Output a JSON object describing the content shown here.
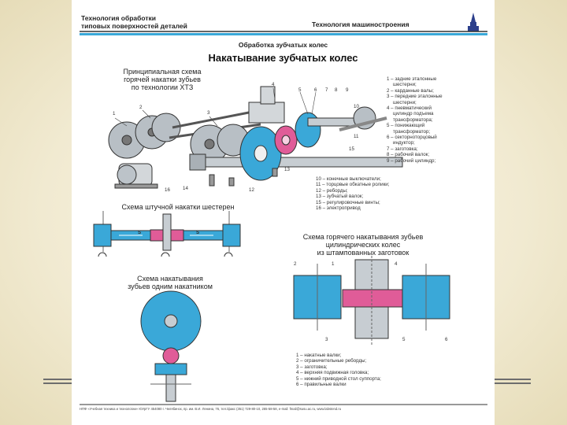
{
  "header": {
    "left_line1": "Технология обработки",
    "left_line2": "типовых поверхностей деталей",
    "right": "Технология машиностроения"
  },
  "section_title": "Обработка зубчатых колес",
  "main_title": "Накатывание зубчатых колес",
  "scheme1": {
    "title": [
      "Принципиальная схема",
      "горячей накатки зубьев",
      "по технологии ХТЗ"
    ],
    "callouts": [
      "1",
      "2",
      "3",
      "4",
      "5",
      "6",
      "7",
      "8",
      "9",
      "10",
      "11",
      "12",
      "13",
      "14",
      "15",
      "16"
    ],
    "legend": [
      "1 – задние эталонные",
      "шестерни;",
      "2 – карданные валы;",
      "3 – передние эталонные",
      "шестерни;",
      "4 – пневматический",
      "цилиндр подъема",
      "трансформатора;",
      "5 – понижающий",
      "трансформатор;",
      "6 – секторноторцовый",
      "индуктор;",
      "7 – заготовка;",
      "8 – рабочий валок;",
      "9 – рабочий цилиндр;",
      "10 – конечные выключатели;",
      "11 – торцовые обкатные ролики;",
      "12 – реборды;",
      "13 – зубчатый валок;",
      "15 – регулировочные винты;",
      "16 – электропривод"
    ]
  },
  "scheme2": {
    "title": "Схема штучной накатки шестерен",
    "labels": [
      "S",
      "S"
    ]
  },
  "scheme3": {
    "title": [
      "Схема накатывания",
      "зубьев одним накатником"
    ]
  },
  "scheme4": {
    "title": [
      "Схема горячего накатывания зубьев",
      "цилиндрических колес",
      "из штампованных заготовок"
    ],
    "callouts": [
      "2",
      "1",
      "4",
      "3",
      "5",
      "6"
    ],
    "legend": [
      "1 – накатные валки;",
      "2 – ограничительные реборды;",
      "3 – заготовка;",
      "4 – верхняя подвижная головка;",
      "5 – нижний приводной стол суппорта;",
      "6 – правильные валки"
    ]
  },
  "footer": "НПФ «Учебная техника и технологии» ЮУрГУ 454080 г. Челябинск, пр. им. В.И. Ленина, 76, тел./факс (351) 729-80-10, 265-58-58, e-mail: fmail@susu.ac.ru, www.labstend.ru",
  "colors": {
    "accent_blue": "#3aa8d8",
    "accent_pink": "#e05c98",
    "metal": "#c7cdd2",
    "stroke": "#333333"
  }
}
